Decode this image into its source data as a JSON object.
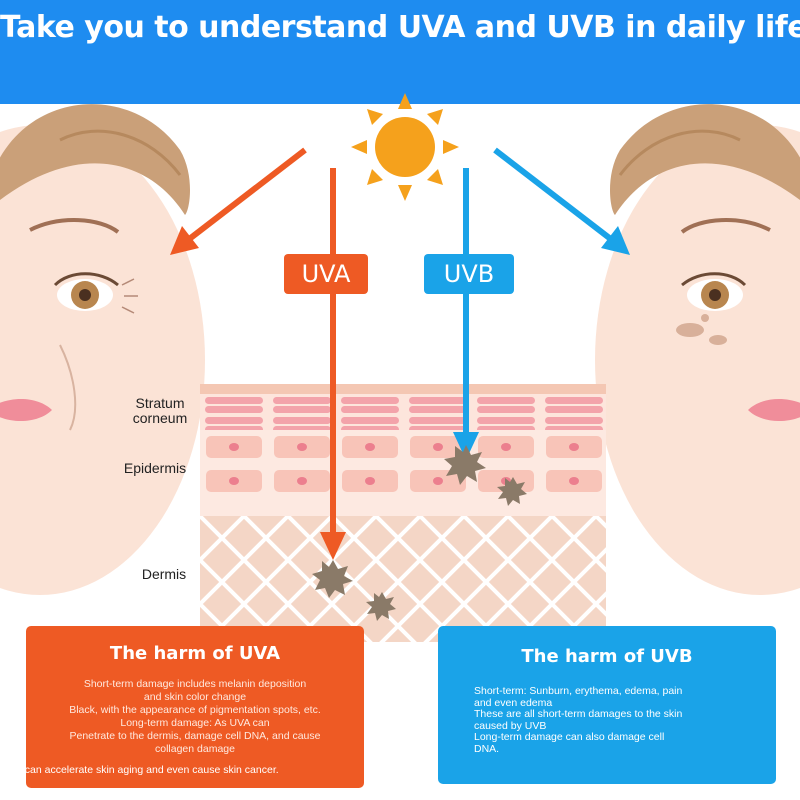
{
  "header": {
    "title": "Take you to understand UVA and UVB in daily life"
  },
  "layers": {
    "stratum_corneum": [
      "Stratum",
      "corneum"
    ],
    "epidermis": "Epidermis",
    "dermis": "Dermis"
  },
  "rays": {
    "uva_label": "UVA",
    "uvb_label": "UVB"
  },
  "uva_box": {
    "title": "The harm of UVA",
    "lines": [
      "Short-term damage includes melanin deposition",
      "and skin color change",
      "Black, with the appearance of pigmentation spots, etc.",
      "Long-term damage: As UVA can",
      "Penetrate to the dermis, damage cell DNA, and cause",
      "collagen damage"
    ],
    "last_line": "It can accelerate skin aging and even cause skin cancer."
  },
  "uvb_box": {
    "title": "The harm of UVB",
    "lines": [
      "Short-term: Sunburn, erythema, edema, pain",
      "and even edema",
      "These are all short-term damages to the skin",
      "caused by UVB",
      "Long-term damage can also damage cell",
      "DNA."
    ]
  },
  "colors": {
    "banner": "#1e8cf0",
    "uva": "#ee5a24",
    "uvb": "#1aa3e8",
    "sun": "#f5a11c",
    "skin": "#fbe3d6"
  }
}
